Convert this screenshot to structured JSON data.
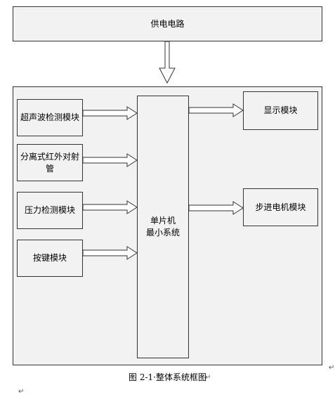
{
  "diagram": {
    "power": {
      "label": "供电电路"
    },
    "inputs": [
      {
        "label": "超声波检测模块"
      },
      {
        "label": "分离式红外对射管"
      },
      {
        "label": "压力检测模块"
      },
      {
        "label": "按键模块"
      }
    ],
    "mcu": {
      "line1": "单片机",
      "line2": "最小系统"
    },
    "outputs": [
      {
        "label": "显示模块"
      },
      {
        "label": "步进电机模块"
      }
    ],
    "caption": "图 2-1·整体系统框图",
    "paragraph_mark": "↵"
  }
}
